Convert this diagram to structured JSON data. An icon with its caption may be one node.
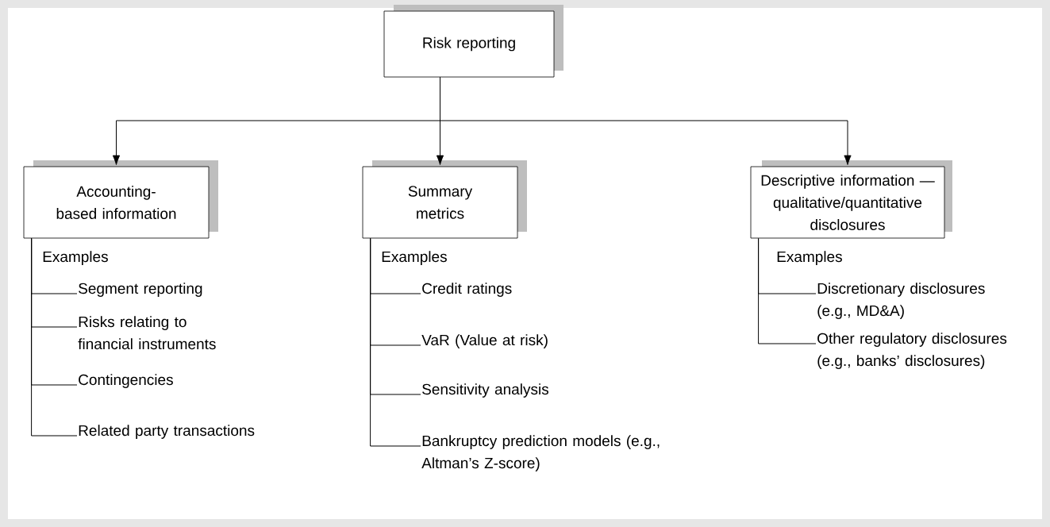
{
  "diagram": {
    "nodes": [
      {
        "text": [
          "Risk reporting"
        ]
      },
      {
        "text": [
          "Accounting-based information"
        ]
      },
      {
        "text": [
          "Summary metrics"
        ]
      },
      {
        "text": [
          "Descriptive information — qualitative/quantitative disclosures"
        ]
      },
      {
        "text": [
          "Segment reporting"
        ]
      },
      {
        "text": [
          "Risks relating to financial instruments"
        ]
      },
      {
        "text": [
          "Contingencies"
        ]
      },
      {
        "text": [
          "Related party transactions"
        ]
      },
      {
        "text": [
          "Credit ratings"
        ]
      },
      {
        "text": [
          "VaR (Value at risk)"
        ]
      },
      {
        "text": [
          "Sensitivity analysis"
        ]
      },
      {
        "text": [
          "Bankruptcy prediction models (e.g., Altman’s Z-score)"
        ]
      },
      {
        "text": [
          "Discretionary disclosures (e.g., MD&A)"
        ]
      },
      {
        "text": [
          "Other regulatory disclosures (e.g., banks’ disclosures)"
        ]
      }
    ],
    "edges": [
      {
        "from": 0,
        "to": 1,
        "arrow": "to"
      },
      {
        "from": 0,
        "to": 2,
        "arrow": "to"
      },
      {
        "from": 0,
        "to": 3,
        "arrow": "to"
      },
      {
        "from": 1,
        "to": 4,
        "arrow": "none"
      },
      {
        "from": 1,
        "to": 5,
        "arrow": "none"
      },
      {
        "from": 1,
        "to": 6,
        "arrow": "none"
      },
      {
        "from": 1,
        "to": 7,
        "arrow": "none"
      },
      {
        "from": 2,
        "to": 8,
        "arrow": "none"
      },
      {
        "from": 2,
        "to": 9,
        "arrow": "none"
      },
      {
        "from": 2,
        "to": 10,
        "arrow": "none"
      },
      {
        "from": 2,
        "to": 11,
        "arrow": "none"
      },
      {
        "from": 3,
        "to": 12,
        "arrow": "none"
      },
      {
        "from": 3,
        "to": 13,
        "arrow": "none"
      }
    ],
    "labels": [
      "Examples",
      "Examples",
      "Examples"
    ]
  }
}
